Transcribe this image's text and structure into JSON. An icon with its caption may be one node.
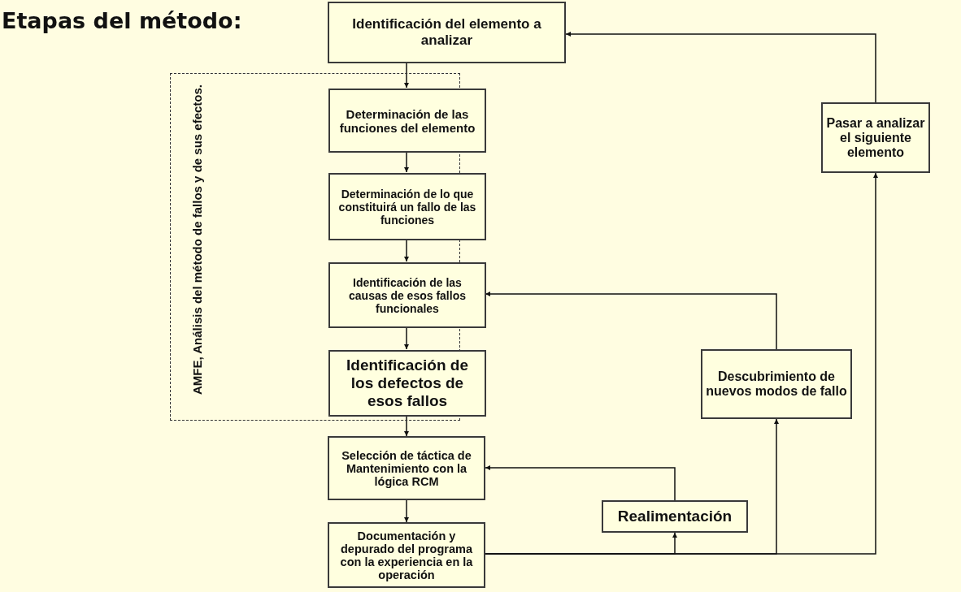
{
  "diagram": {
    "title": "Etapas del método:",
    "nodes": [
      {
        "text": [
          "Identificación del elemento a analizar"
        ]
      },
      {
        "text": [
          "AMFE, Análisis del método de fallos y de sus efectos."
        ]
      },
      {
        "text": [
          "Determinación de las funciones del elemento"
        ],
        "in": 1
      },
      {
        "text": [
          "Determinación de lo que constituirá un fallo de las funciones"
        ],
        "in": 1
      },
      {
        "text": [
          "Identificación de las causas de esos fallos funcionales"
        ],
        "in": 1
      },
      {
        "text": [
          "Identificación de los defectos de esos fallos"
        ],
        "in": 1
      },
      {
        "text": [
          "Selección de táctica de Mantenimiento con la lógica RCM"
        ]
      },
      {
        "text": [
          "Documentación y depurado del programa con la experiencia en la operación"
        ]
      },
      {
        "text": [
          "Realimentación"
        ]
      },
      {
        "text": [
          "Descubrimiento de nuevos modos de fallo"
        ]
      },
      {
        "text": [
          "Pasar a analizar el siguiente elemento"
        ]
      }
    ],
    "edges": [
      {
        "from": 0,
        "to": 2,
        "arrow": "to"
      },
      {
        "from": 2,
        "to": 3,
        "arrow": "to"
      },
      {
        "from": 3,
        "to": 4,
        "arrow": "to"
      },
      {
        "from": 4,
        "to": 5,
        "arrow": "to"
      },
      {
        "from": 5,
        "to": 6,
        "arrow": "to"
      },
      {
        "from": 6,
        "to": 7,
        "arrow": "to"
      },
      {
        "from": 7,
        "to": 8,
        "arrow": "to"
      },
      {
        "from": 8,
        "to": 6,
        "arrow": "to"
      },
      {
        "from": 7,
        "to": 9,
        "arrow": "to"
      },
      {
        "from": 9,
        "to": 4,
        "arrow": "to"
      },
      {
        "from": 7,
        "to": 10,
        "arrow": "to"
      },
      {
        "from": 10,
        "to": 0,
        "arrow": "to"
      }
    ]
  }
}
